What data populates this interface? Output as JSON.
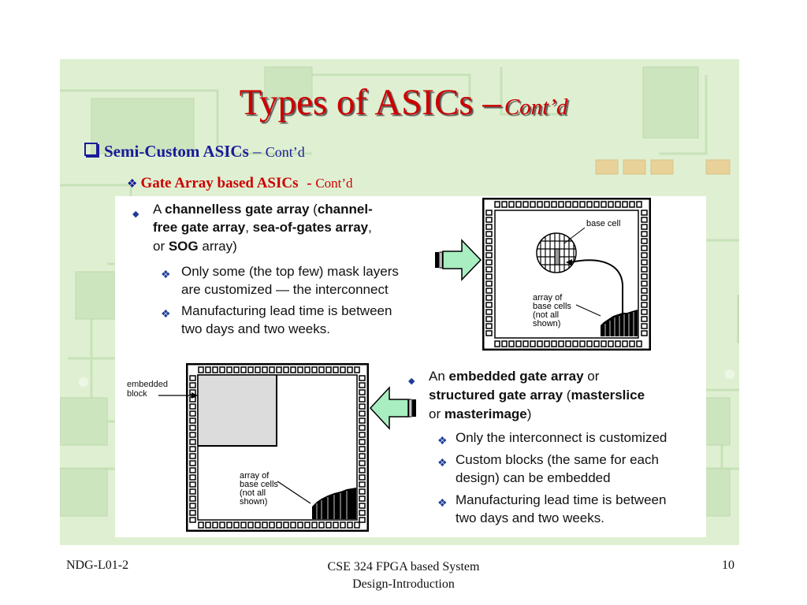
{
  "title": {
    "main": "Types of ASICs –",
    "sub": "Cont’d"
  },
  "level1": {
    "label": "Semi-Custom ASICs",
    "dash": "–",
    "cont": "Cont’d"
  },
  "level2": {
    "label": "Gate Array based ASICs",
    "dash": "-",
    "cont": "Cont’d"
  },
  "channelless": {
    "line1_pre": "A ",
    "line1_b1": "channelless gate array",
    "line1_mid": " (",
    "line1_b2": "channel-",
    "line2_b1": "free gate array",
    "line2_mid": ", ",
    "line2_b2": "sea-of-gates array",
    "line2_end": ",",
    "line3_pre": "or ",
    "line3_b": "SOG",
    "line3_end": " array)",
    "sub1_l1": "Only some (the top few) mask layers",
    "sub1_l2": "are customized — the interconnect",
    "sub2_l1": "Manufacturing lead time is between",
    "sub2_l2": "two days and two weeks."
  },
  "embedded": {
    "line1_pre": "An ",
    "line1_b": "embedded gate array",
    "line1_end": " or",
    "line2_b1": "structured gate array",
    "line2_mid": " (",
    "line2_b2": "masterslice",
    "line3_pre": "or ",
    "line3_b": "masterimage",
    "line3_end": ")",
    "sub1": "Only the interconnect is customized",
    "sub2_l1": "Custom blocks (the same for each",
    "sub2_l2": "design) can be embedded",
    "sub3_l1": "Manufacturing lead time is between",
    "sub3_l2": "two days and two weeks."
  },
  "diagram1": {
    "base_cell": "base cell",
    "arr1": "array of",
    "arr2": "base cells",
    "arr3": "(not all",
    "arr4": "shown)"
  },
  "diagram2": {
    "emb1": "embedded",
    "emb2": "block",
    "arr1": "array of",
    "arr2": "base cells",
    "arr3": "(not all",
    "arr4": "shown)"
  },
  "footer": {
    "left": "NDG-L01-2",
    "center_l1": "CSE 324 FPGA based System",
    "center_l2": "Design-Introduction",
    "page": "10"
  },
  "colors": {
    "title": "#cc0000",
    "level1": "#1a1a99",
    "level2": "#cc0000",
    "bullet": "#1e3c96",
    "arrow": "#a8eec0"
  }
}
